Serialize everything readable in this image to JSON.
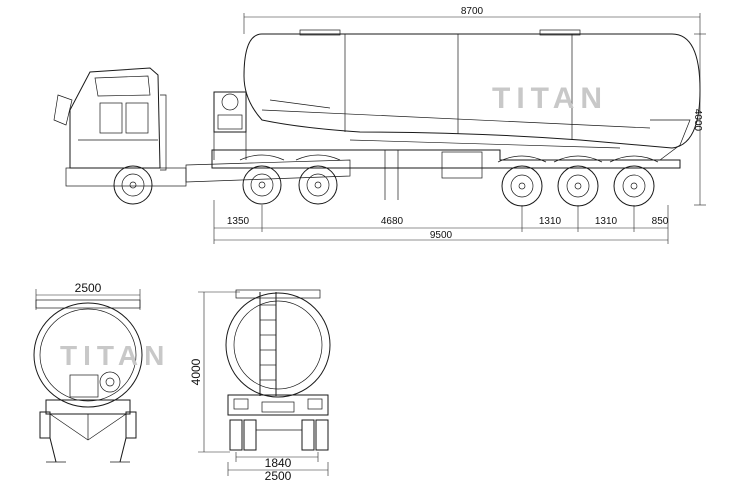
{
  "watermark": "TITAN",
  "side_view": {
    "overall_tank_length": "8700",
    "overall_length": "9500",
    "height": "4000",
    "segments": [
      "1350",
      "4680",
      "1310",
      "1310",
      "850"
    ]
  },
  "rear_view": {
    "width_top": "2500",
    "height": "4000",
    "track": "1840",
    "width_bottom": "2500"
  },
  "colors": {
    "line": "#1a1a1a",
    "watermark": "#c8c8c8",
    "background": "#ffffff"
  }
}
